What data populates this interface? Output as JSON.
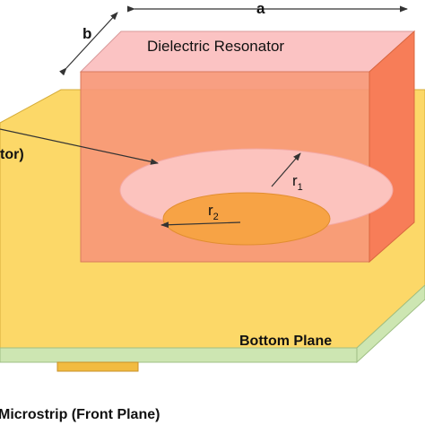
{
  "labels": {
    "dimension_a": "a",
    "dimension_b": "b",
    "resonator": "Dielectric Resonator",
    "feed_partial": "tor)",
    "radius_1_main": "r",
    "radius_1_sub": "1",
    "radius_2_main": "r",
    "radius_2_sub": "2",
    "bottom_plane": "Bottom Plane",
    "microstrip": "Microstrip (Front Plane)"
  },
  "colors": {
    "ground_plane": "#FCD868",
    "substrate_side": "#CDE6B2",
    "resonator_front": "#F89878",
    "resonator_top": "#FBC3C3",
    "resonator_side": "#F77D58",
    "outer_slot": "#FCC3BE",
    "inner_slot": "#F7A345",
    "microstrip": "#F2BB40"
  }
}
